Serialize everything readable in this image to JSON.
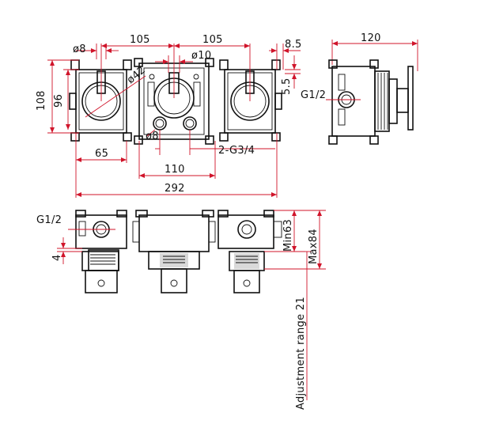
{
  "drawing": {
    "accent_color": "#d0142a",
    "ink_color": "#111111",
    "labels": {
      "dia8_top": "ø8",
      "d105_left": "105",
      "d105_right": "105",
      "d8_5": "8.5",
      "d120": "120",
      "dia10": "ø10",
      "dia42": "ø42",
      "d108": "108",
      "d96": "96",
      "d5_5": "5.5",
      "g12_side": "G1/2",
      "dia8_bottom": "ø8",
      "d65": "65",
      "g34": "2-G3/4",
      "d110": "110",
      "d292": "292",
      "g12_front": "G1/2",
      "d4": "4",
      "min63": "Min63",
      "max84": "Max84",
      "adjust": "Adjustment range 21"
    }
  }
}
